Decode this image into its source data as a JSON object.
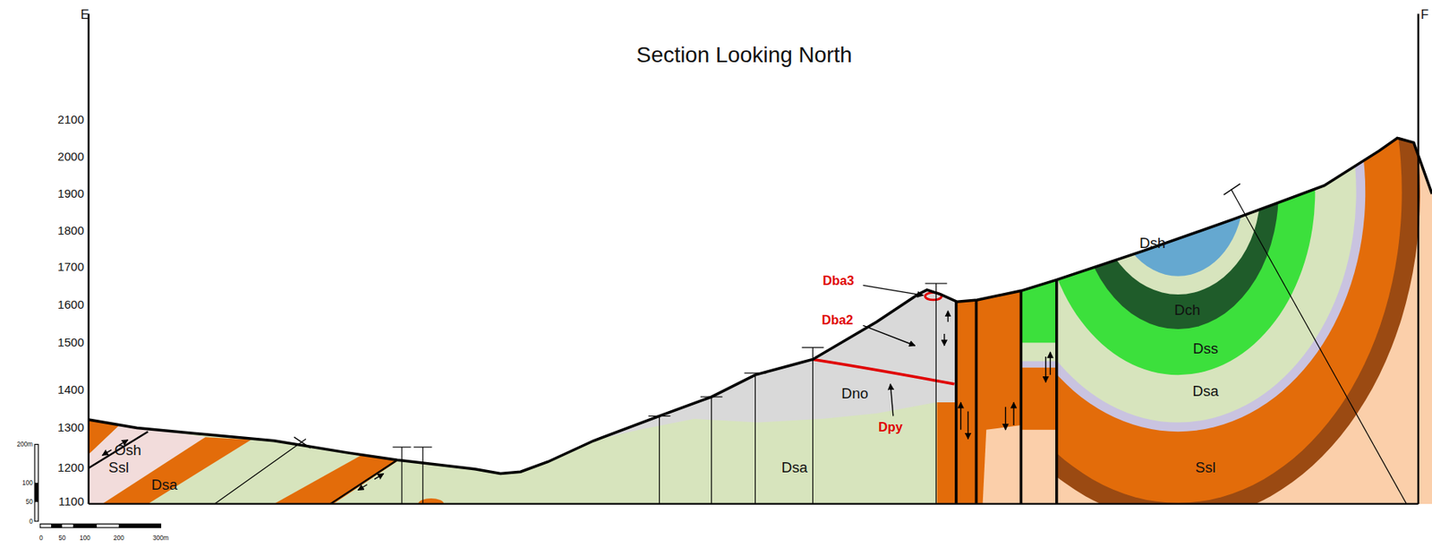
{
  "diagram": {
    "title": "Section Looking North",
    "labels": [
      "E",
      "F",
      "2100",
      "2000",
      "1900",
      "1800",
      "1700",
      "1600",
      "1500",
      "1400",
      "1300",
      "1200",
      "1100",
      "Osh",
      "Ssl",
      "Dsa",
      "Dba3",
      "Dba2",
      "Dno",
      "Dpy",
      "Dsa",
      "Dsh",
      "Dch",
      "Dss",
      "Dsa",
      "Ssl",
      "200m",
      "100",
      "50",
      "0",
      "0",
      "50",
      "100",
      "200",
      "300m"
    ]
  }
}
